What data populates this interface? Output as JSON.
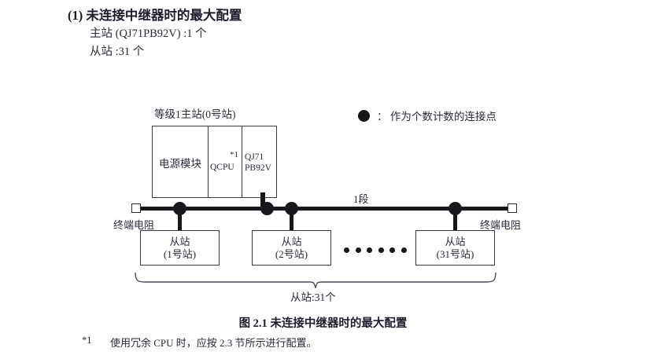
{
  "heading": {
    "number": "(1)",
    "title": "未连接中继器时的最大配置",
    "specs": [
      "主站 (QJ71PB92V) :1 个",
      "从站 :31 个"
    ]
  },
  "legend": {
    "symbol": "filled-circle",
    "separator": "：",
    "text": "： 作为个数计数的连接点"
  },
  "diagram": {
    "master": {
      "label": "等级1主站(0号站)",
      "cells": {
        "power": "电源模块",
        "cpu": "QCPU",
        "cpu_footnote": "*1",
        "network_line1": "QJ71",
        "network_line2": "PB92V"
      }
    },
    "bus": {
      "segment_label": "1段",
      "terminator_left_label": "终端电阻",
      "terminator_right_label": "终端电阻",
      "connection_points": 4
    },
    "slaves": [
      {
        "name": "从站",
        "station": "(1号站)"
      },
      {
        "name": "从站",
        "station": "(2号站)"
      },
      {
        "name": "从站",
        "station": "(31号站)"
      }
    ],
    "ellipsis_dots": 6,
    "brace_label": "从站:31个"
  },
  "caption": "图 2.1  未连接中继器时的最大配置",
  "footnote": {
    "marker": "*1",
    "text": "使用冗余 CPU 时，应按 2.3 节所示进行配置。"
  }
}
